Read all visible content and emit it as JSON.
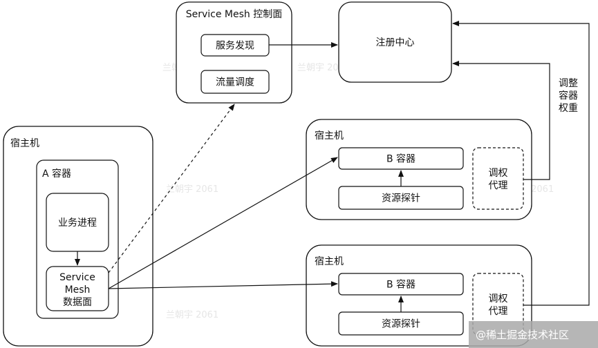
{
  "control_plane": {
    "title": "Service Mesh 控制面",
    "service_discovery": "服务发现",
    "traffic_scheduling": "流量调度"
  },
  "registry": {
    "label": "注册中心"
  },
  "adjust_weight_label": [
    "调整",
    "容器",
    "权重"
  ],
  "host_a": {
    "title": "宿主机",
    "container_title": "A 容器",
    "business_process": "业务进程",
    "data_plane": [
      "Service",
      "Mesh",
      "数据面"
    ]
  },
  "host_b1": {
    "title": "宿主机",
    "container": "B 容器",
    "probe": "资源探针",
    "agent": [
      "调权",
      "代理"
    ]
  },
  "host_b2": {
    "title": "宿主机",
    "container": "B 容器",
    "probe": "资源探针",
    "agent": [
      "调权",
      "代理"
    ]
  },
  "watermark": "兰朝宇 2061",
  "brand": "@稀土掘金技术社区"
}
